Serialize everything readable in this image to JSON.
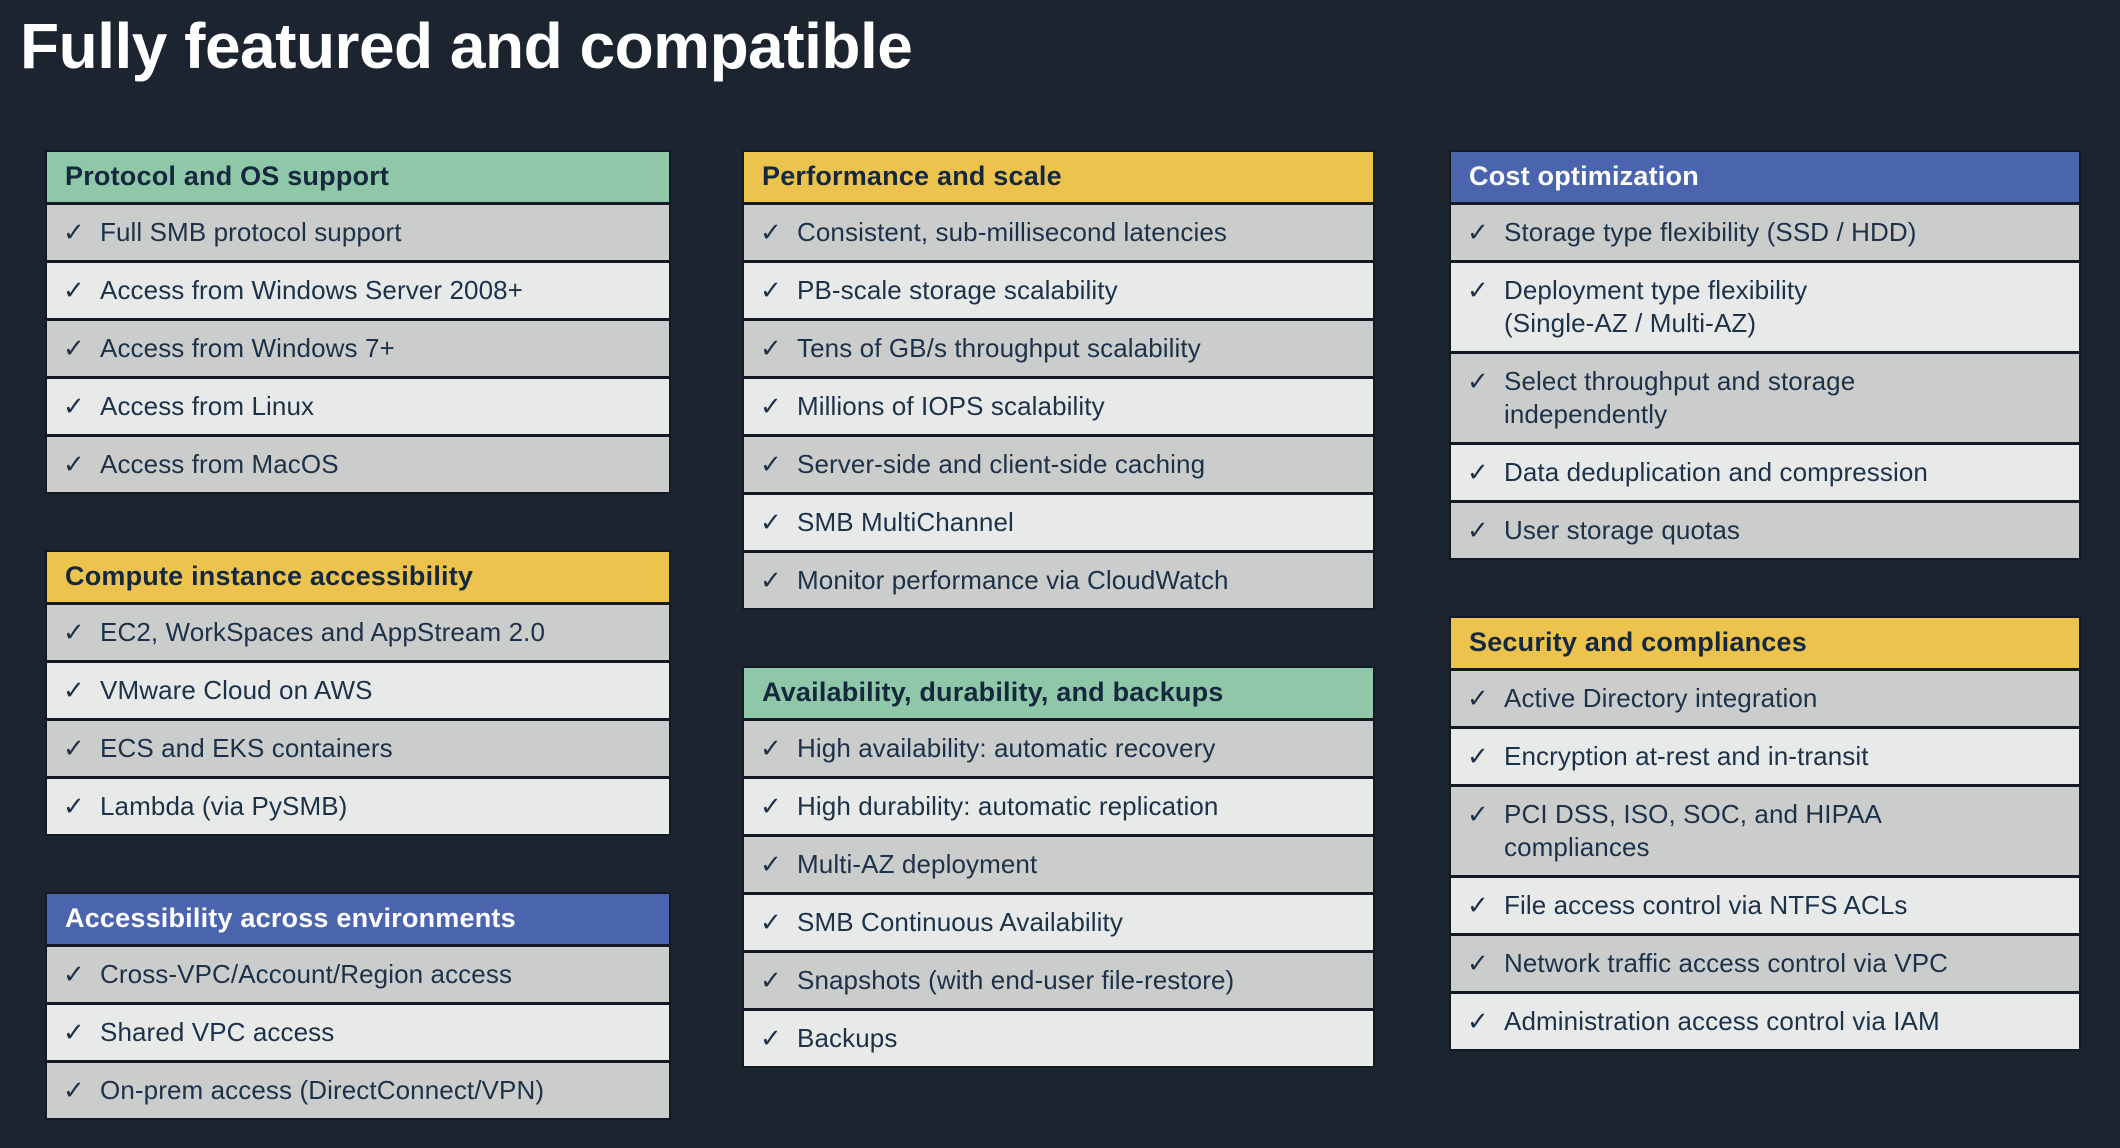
{
  "title": "Fully featured and compatible",
  "check_glyph": "✓",
  "colors": {
    "background": "#1c2430",
    "separator": "#131a26",
    "title_text": "#ffffff",
    "header_green": "#8fc8a8",
    "header_yellow": "#ecc44d",
    "header_blue": "#4a64ad",
    "header_text_dark": "#15283e",
    "header_text_light": "#ffffff",
    "row_dark": "#cbcdcc",
    "row_light": "#e8eae9",
    "row_text": "#1d3148"
  },
  "columns": [
    {
      "cards": [
        {
          "header": "Protocol and OS support",
          "accent": "green",
          "items": [
            "Full SMB protocol support",
            "Access from Windows Server 2008+",
            "Access from Windows 7+",
            "Access from Linux",
            "Access from MacOS"
          ]
        },
        {
          "header": "Compute instance accessibility",
          "accent": "yellow",
          "items": [
            "EC2, WorkSpaces and AppStream 2.0",
            "VMware Cloud on AWS",
            "ECS and EKS containers",
            "Lambda (via PySMB)"
          ]
        },
        {
          "header": "Accessibility across environments",
          "accent": "blue",
          "items": [
            "Cross-VPC/Account/Region access",
            "Shared VPC access",
            "On-prem access (DirectConnect/VPN)"
          ]
        }
      ]
    },
    {
      "cards": [
        {
          "header": "Performance and scale",
          "accent": "yellow",
          "items": [
            "Consistent, sub-millisecond latencies",
            "PB-scale storage scalability",
            "Tens of GB/s throughput scalability",
            "Millions of IOPS scalability",
            "Server-side and client-side caching",
            "SMB MultiChannel",
            "Monitor performance via CloudWatch"
          ]
        },
        {
          "header": "Availability, durability, and backups",
          "accent": "green",
          "items": [
            "High availability: automatic recovery",
            "High durability: automatic replication",
            "Multi-AZ deployment",
            "SMB Continuous Availability",
            "Snapshots (with end-user file-restore)",
            "Backups"
          ]
        }
      ]
    },
    {
      "cards": [
        {
          "header": "Cost optimization",
          "accent": "blue",
          "items": [
            "Storage type flexibility (SSD / HDD)",
            "Deployment type flexibility\n(Single-AZ / Multi-AZ)",
            "Select throughput and storage\nindependently",
            "Data deduplication and compression",
            "User storage quotas"
          ]
        },
        {
          "header": "Security and compliances",
          "accent": "yellow",
          "items": [
            "Active Directory integration",
            "Encryption at-rest and in-transit",
            "PCI DSS, ISO, SOC, and HIPAA\ncompliances",
            "File access control via NTFS ACLs",
            "Network traffic access control via VPC",
            "Administration access control via IAM"
          ]
        }
      ]
    }
  ]
}
